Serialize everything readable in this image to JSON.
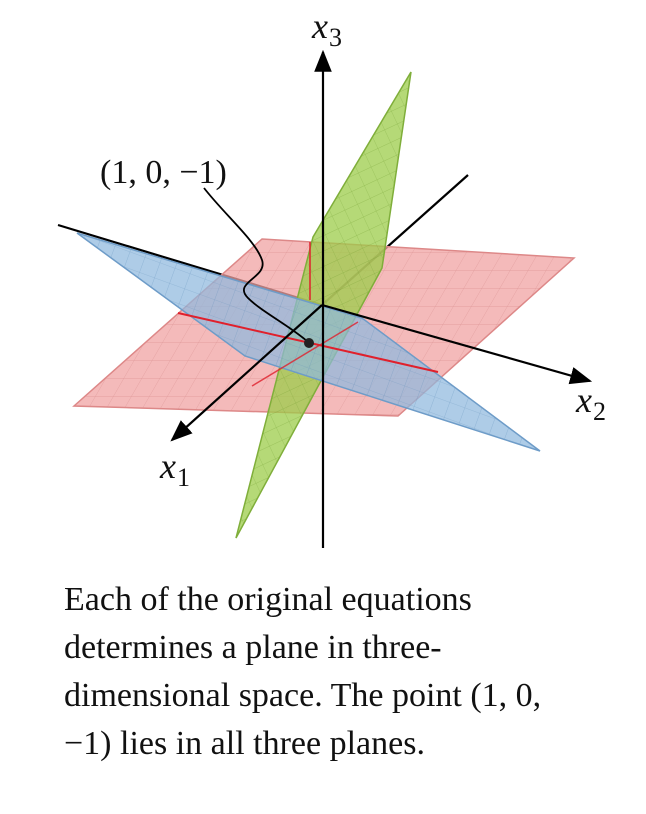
{
  "diagram": {
    "axes": {
      "x1": {
        "letter": "x",
        "sub": "1"
      },
      "x2": {
        "letter": "x",
        "sub": "2"
      },
      "x3": {
        "letter": "x",
        "sub": "3"
      }
    },
    "point_label": "(1, 0, −1)",
    "colors": {
      "plane_pink": "#f0a3a3",
      "plane_blue": "#8fb8de",
      "plane_green": "#9ccc4a",
      "intersection_red": "#e0202c",
      "axis": "#000000"
    }
  },
  "caption": "Each of the original equations determines a plane in three-dimensional space. The point (1, 0, −1) lies in all three planes."
}
